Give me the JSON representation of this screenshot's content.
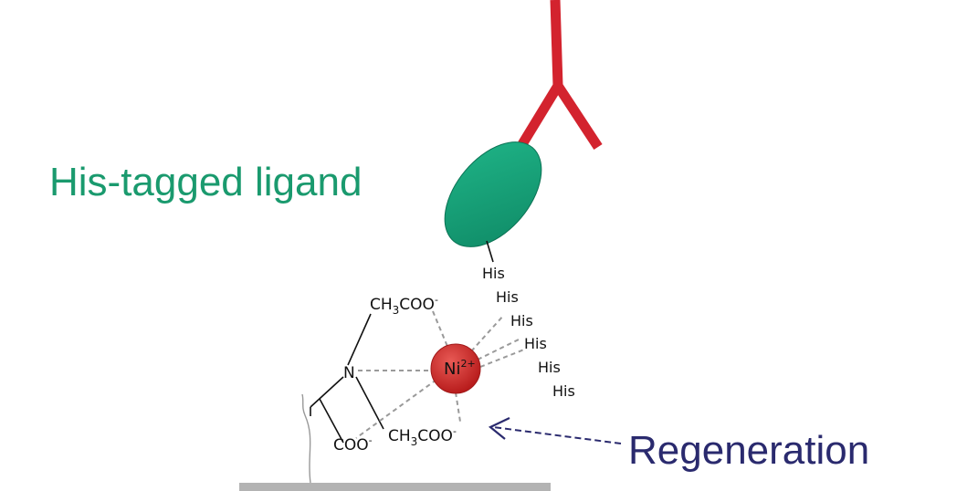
{
  "labels": {
    "ligand": "His-tagged ligand",
    "regeneration": "Regeneration"
  },
  "chemistry": {
    "acetate_top": {
      "prefix": "CH",
      "sub": "3",
      "main": "COO",
      "sup": "-"
    },
    "acetate_bottom": {
      "prefix": "CH",
      "sub": "3",
      "main": "COO",
      "sup": "-"
    },
    "carboxylate": {
      "main": "COO",
      "sup": "-"
    },
    "nitrogen": "N",
    "metal": {
      "symbol": "Ni",
      "charge": "2+"
    },
    "histidines": [
      "His",
      "His",
      "His",
      "His",
      "His",
      "His"
    ]
  },
  "colors": {
    "ligand_text": "#1a9a6e",
    "ligand_body": "#13a07a",
    "antibody": "#d3232e",
    "nickel": "#d42a2a",
    "regeneration_text": "#2a2a6e",
    "surface": "#b3b3b3",
    "dashed_bond": "#9a9a9a"
  }
}
